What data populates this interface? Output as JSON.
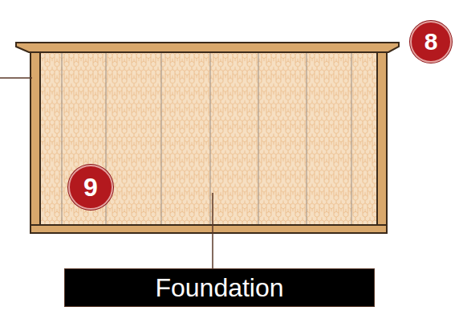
{
  "diagram": {
    "nodes": [
      {
        "text": [
          "8"
        ]
      },
      {
        "text": [
          "9"
        ]
      },
      {
        "text": [
          "Foundation"
        ]
      }
    ]
  }
}
